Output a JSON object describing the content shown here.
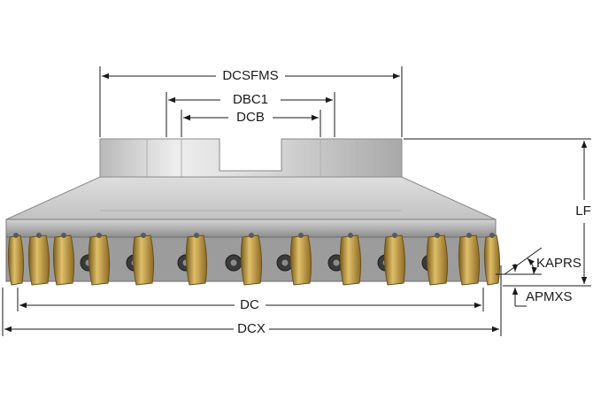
{
  "dimensions": {
    "dcsfms": "DCSFMS",
    "dbc1": "DBC1",
    "dcb": "DCB",
    "lf": "LF",
    "kaprs": "KAPRS",
    "apmxs": "APMXS",
    "dc": "DC",
    "dcx": "DCX"
  },
  "colors": {
    "body_light": "#e6e6e6",
    "body_mid": "#c9c9c9",
    "body_dark": "#9a9a9a",
    "insert_gold": "#c9a24a",
    "insert_gold_dark": "#8a6a22",
    "screw_dark": "#3a3a3a",
    "line": "#1a1a1a"
  },
  "icons": {
    "insert": "milling-insert-icon",
    "screw": "torx-screw-icon"
  }
}
